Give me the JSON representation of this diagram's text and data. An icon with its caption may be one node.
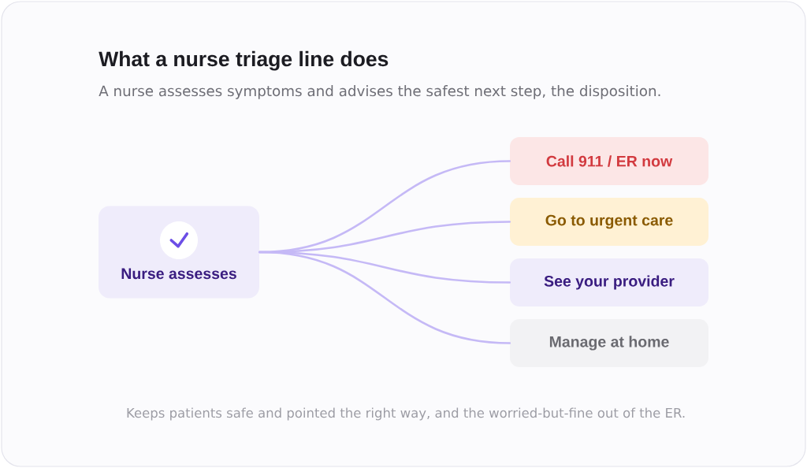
{
  "diagram": {
    "title": "What a nurse triage line does",
    "caption": "Keeps patients safe and pointed the right way, and the worried-but-fine out of the ER.",
    "nodes": [
      {
        "text": [
          "Nurse assesses"
        ]
      },
      {
        "text": [
          "Call 911 / ER now"
        ]
      },
      {
        "text": [
          "Go to urgent care"
        ]
      },
      {
        "text": [
          "See your provider"
        ]
      },
      {
        "text": [
          "Manage at home"
        ]
      }
    ],
    "edges": [
      {
        "from": 0,
        "to": 1,
        "arrow": "none"
      },
      {
        "from": 0,
        "to": 2,
        "arrow": "none"
      },
      {
        "from": 0,
        "to": 3,
        "arrow": "none"
      },
      {
        "from": 0,
        "to": 4,
        "arrow": "none"
      }
    ],
    "labels": [
      "A nurse assesses symptoms and advises the safest next step, the disposition."
    ]
  }
}
